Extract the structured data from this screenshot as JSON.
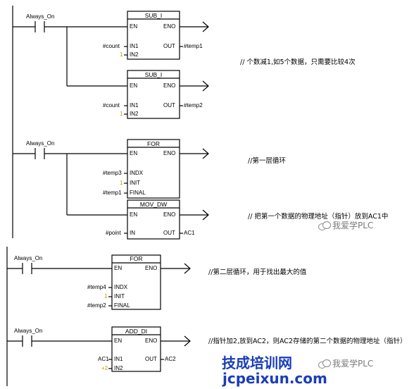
{
  "network_1": {
    "contact_label": "Always_On",
    "sub_1": {
      "title": "SUB_I",
      "en": "EN",
      "eno": "ENO",
      "in1": "IN1",
      "in2": "IN2",
      "out": "OUT",
      "in1_operand": "#count",
      "in2_operand": "1",
      "out_operand": "#temp1"
    },
    "sub_2": {
      "title": "SUB_I",
      "en": "EN",
      "eno": "ENO",
      "in1": "IN1",
      "in2": "IN2",
      "out": "OUT",
      "in1_operand": "#count",
      "in2_operand": "1",
      "out_operand": "#temp2"
    },
    "comment": "// 个数减1,如5个数据，只需要比较4次"
  },
  "network_2": {
    "contact_label": "Always_On",
    "for": {
      "title": "FOR",
      "en": "EN",
      "eno": "ENO",
      "indx": "INDX",
      "init": "INIT",
      "final": "FINAL",
      "indx_operand": "#temp3",
      "init_operand": "1",
      "final_operand": "#temp1"
    },
    "mov": {
      "title": "MOV_DW",
      "en": "EN",
      "eno": "ENO",
      "in": "IN",
      "out": "OUT",
      "in_operand": "#point",
      "out_operand": "AC1"
    },
    "comment_for": "//第一层循环",
    "comment_mov": "// 把第一个数据的物理地址（指针）放到AC1中"
  },
  "network_3": {
    "contact_label": "Always_On",
    "for": {
      "title": "FOR",
      "en": "EN",
      "eno": "ENO",
      "indx": "INDX",
      "init": "INIT",
      "final": "FINAL",
      "indx_operand": "#temp4",
      "init_operand": "1",
      "final_operand": "#temp2"
    },
    "comment": "//第二层循环，用于找出最大的值"
  },
  "network_4": {
    "contact_label": "Always_On",
    "add": {
      "title": "ADD_DI",
      "en": "EN",
      "eno": "ENO",
      "in1": "IN1",
      "in2": "IN2",
      "out": "OUT",
      "in1_operand": "AC1",
      "in2_operand": "+2",
      "out_operand": "AC2"
    },
    "comment": "//指针加2,放到AC2，则AC2存储的第二个数据的物理地址（指针）"
  },
  "watermark_1": "我爱学PLC",
  "watermark_2": "我爱学PLC",
  "brand_cn": "技成培训网",
  "brand_url": "jcpeixun.com",
  "colors": {
    "line": "#000000",
    "const": "#b79a00",
    "brand": "#1a3db8",
    "watermark": "#7a7a7a"
  }
}
